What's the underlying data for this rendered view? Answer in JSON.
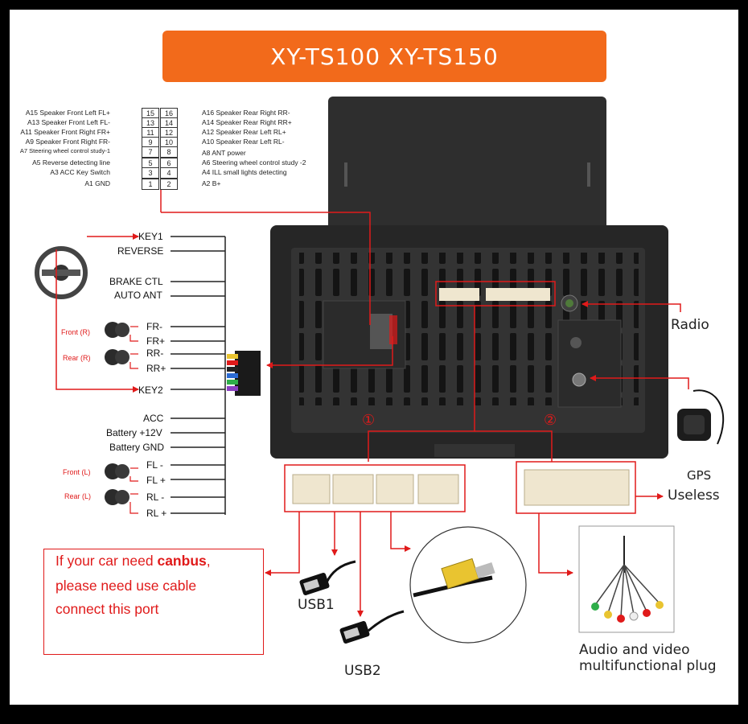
{
  "title": "XY-TS100 XY-TS150",
  "pin_header": {
    "left": [
      {
        "code": "A15",
        "label": "Speaker Front Left FL+"
      },
      {
        "code": "A13",
        "label": "Speaker Front Left FL-"
      },
      {
        "code": "A11",
        "label": "Speaker Front Right FR+"
      },
      {
        "code": "A9",
        "label": "Speaker Front Right FR-"
      },
      {
        "code": "A7",
        "label": "Steering wheel control study-1"
      },
      {
        "code": "A5",
        "label": "Reverse detecting line"
      },
      {
        "code": "A3",
        "label": "ACC Key Switch"
      },
      {
        "code": "A1",
        "label": "GND"
      }
    ],
    "right": [
      {
        "code": "A16",
        "label": "Speaker Rear Right RR-"
      },
      {
        "code": "A14",
        "label": "Speaker Rear Right RR+"
      },
      {
        "code": "A12",
        "label": "Speaker Rear Left RL+"
      },
      {
        "code": "A10",
        "label": "Speaker Rear Left RL-"
      },
      {
        "code": "A8",
        "label": "ANT power"
      },
      {
        "code": "A6",
        "label": "Steering wheel control study -2"
      },
      {
        "code": "A4",
        "label": "ILL small lights detecting"
      },
      {
        "code": "A2",
        "label": "B+"
      }
    ],
    "pin_numbers_left": [
      "15",
      "13",
      "11",
      "9",
      "7",
      "5",
      "3",
      "1"
    ],
    "pin_numbers_right": [
      "16",
      "14",
      "12",
      "10",
      "8",
      "6",
      "4",
      "2"
    ]
  },
  "wire_labels": {
    "key1": "KEY1",
    "reverse": "REVERSE",
    "brake": "BRAKE CTL",
    "auto_ant": "AUTO ANT",
    "fr_minus": "FR-",
    "fr_plus": "FR+",
    "rr_minus": "RR-",
    "rr_plus": "RR+",
    "key2": "KEY2",
    "acc": "ACC",
    "battery": "Battery +12V",
    "gnd": "Battery GND",
    "fl_minus": "FL -",
    "fl_plus": "FL +",
    "rl_minus": "RL -",
    "rl_plus": "RL +"
  },
  "speaker_labels": {
    "front_r": "Front (R)",
    "rear_r": "Rear (R)",
    "front_l": "Front (L)",
    "rear_l": "Rear (L)"
  },
  "callouts": {
    "radio": "Radio",
    "gps": "GPS",
    "useless": "Useless",
    "usb1": "USB1",
    "usb2": "USB2",
    "av_plug": "Audio and video\nmultifunctional plug",
    "av_line1": "Audio and video",
    "av_line2": "multifunctional plug",
    "port1": "①",
    "port2": "②"
  },
  "canbus_note": {
    "line1_prefix": "If your car need ",
    "line1_bold": "canbus",
    "line1_suffix": ",",
    "line2": "please need use cable",
    "line3": "connect this port"
  },
  "colors": {
    "accent_orange": "#f26a1b",
    "wire_red": "#e01a1a",
    "connector_beige": "#efe6cf",
    "unit_body": "#2a2a2a"
  }
}
